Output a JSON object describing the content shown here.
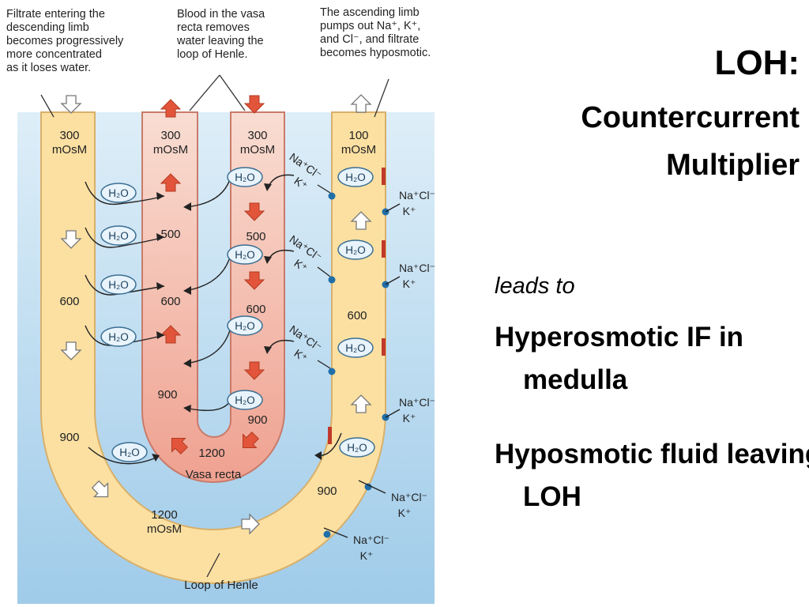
{
  "slide": {
    "title": "LOH:",
    "subtitle_line1": "Countercurrent",
    "subtitle_line2": "Multiplier",
    "leads_to": "leads to",
    "point1": "Hyperosmotic IF in medulla",
    "point2": "Hyposmotic fluid leaving LOH"
  },
  "captions": {
    "descending": [
      "Filtrate entering the",
      "descending limb",
      "becomes progressively",
      "more concentrated",
      "as it loses water."
    ],
    "vasa": [
      "Blood in the vasa",
      "recta removes",
      "water leaving the",
      "loop of Henle."
    ],
    "ascending": [
      "The ascending limb",
      "pumps out Na⁺, K⁺,",
      "and Cl⁻, and filtrate",
      "becomes hyposmotic."
    ]
  },
  "labels": {
    "desc_top_value": "300",
    "desc_top_unit": "mOsM",
    "desc_600": "600",
    "desc_900": "900",
    "bottom_value": "1200",
    "bottom_unit": "mOsM",
    "vr_down_top_value": "300",
    "vr_down_top_unit": "mOsM",
    "vr_up_top_value": "300",
    "vr_up_top_unit": "mOsM",
    "vr_500": "500",
    "vr_600_left": "600",
    "vr_500_right": "500",
    "vr_600_right": "600",
    "vr_900_left": "900",
    "vr_900_right": "900",
    "vr_1200": "1200",
    "vasa_recta": "Vasa recta",
    "asc_top_value": "100",
    "asc_top_unit": "mOsM",
    "asc_600": "600",
    "asc_900": "900",
    "loop_of_henle": "Loop of Henle",
    "water": "H₂O",
    "nacl": "Na⁺Cl⁻",
    "k": "K⁺"
  },
  "colors": {
    "interstitial_top": "#deeef8",
    "interstitial_bottom": "#9fcbe9",
    "tubule": "#fbe0a2",
    "tubule_edge": "#d8b06a",
    "vasa": "#efa190",
    "vasa_light": "#f9ddd2",
    "vasa_edge": "#c97a6a",
    "red_arrow": "#e2553a",
    "pump_dot": "#1f6ea8",
    "pump_bar": "#c0392b"
  }
}
